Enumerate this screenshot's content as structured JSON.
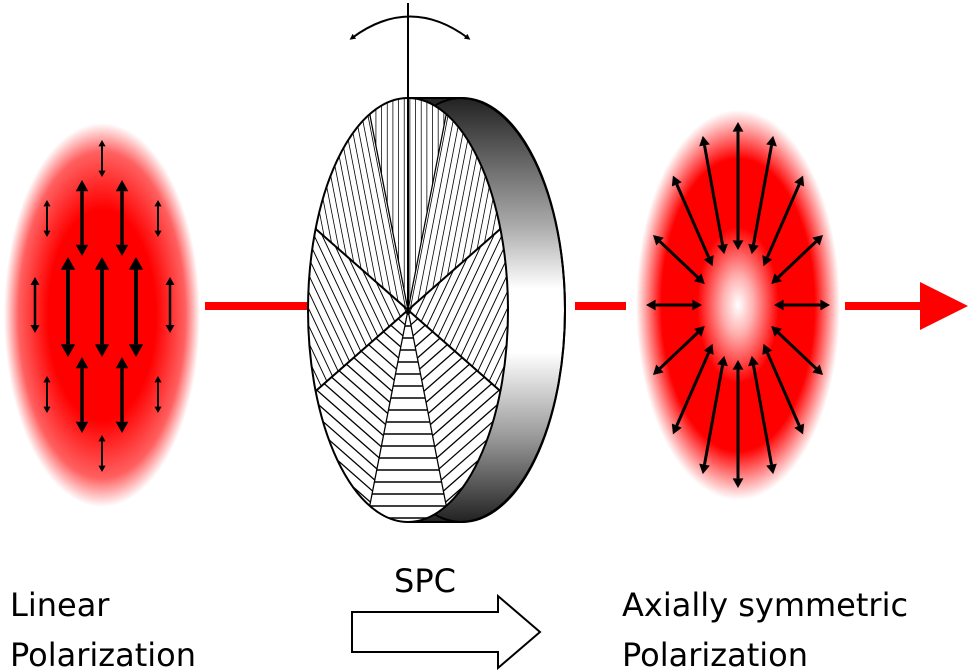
{
  "labels": {
    "input_line1": "Linear",
    "input_line2": "Polarization",
    "device": "SPC",
    "output_line1": "Axially symmetric",
    "output_line2": "Polarization"
  },
  "colors": {
    "beam": "#ff0000",
    "arrow": "#000000"
  }
}
